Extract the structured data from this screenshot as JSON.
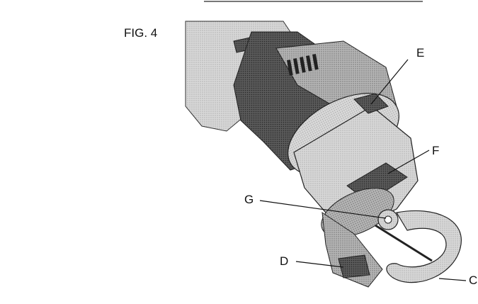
{
  "figure": {
    "caption": "FIG. 4",
    "labels": {
      "C": "C",
      "D": "D",
      "E": "E",
      "F": "F",
      "G": "G"
    }
  },
  "colors": {
    "ink": "#111111",
    "light_gray": "#d9d9d9",
    "mid_gray": "#a6a6a6",
    "dark_gray": "#4a4a4a",
    "body_black": "#2b2b2b"
  }
}
